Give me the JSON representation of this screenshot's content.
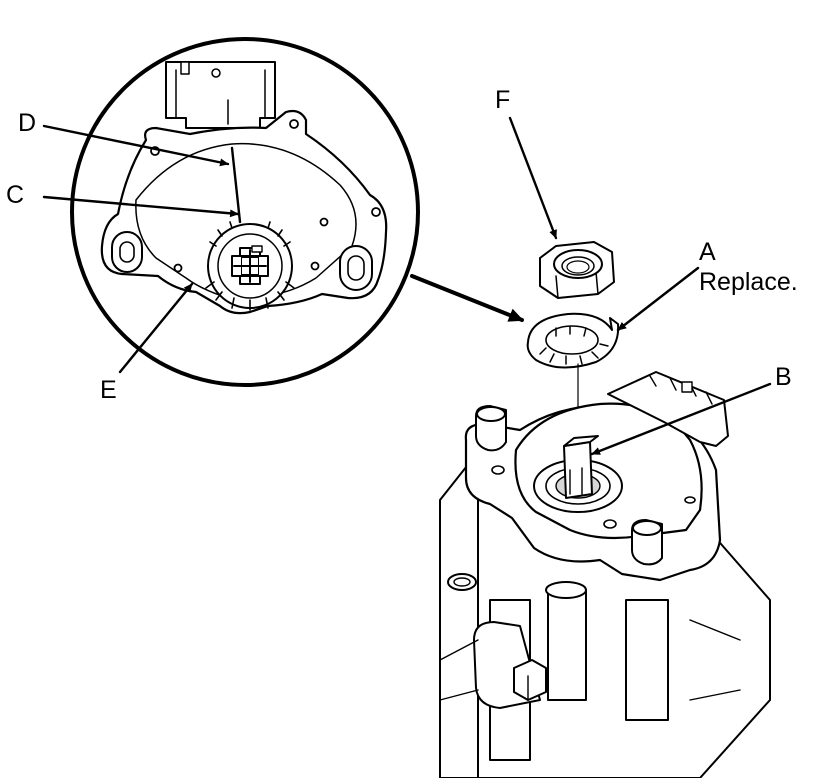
{
  "callouts": {
    "a": "A",
    "a_note": "Replace.",
    "b": "B",
    "c": "C",
    "d": "D",
    "e": "E",
    "f": "F"
  },
  "colors": {
    "line": "#000000",
    "background": "#ffffff",
    "shade": "#d6d6d6"
  }
}
